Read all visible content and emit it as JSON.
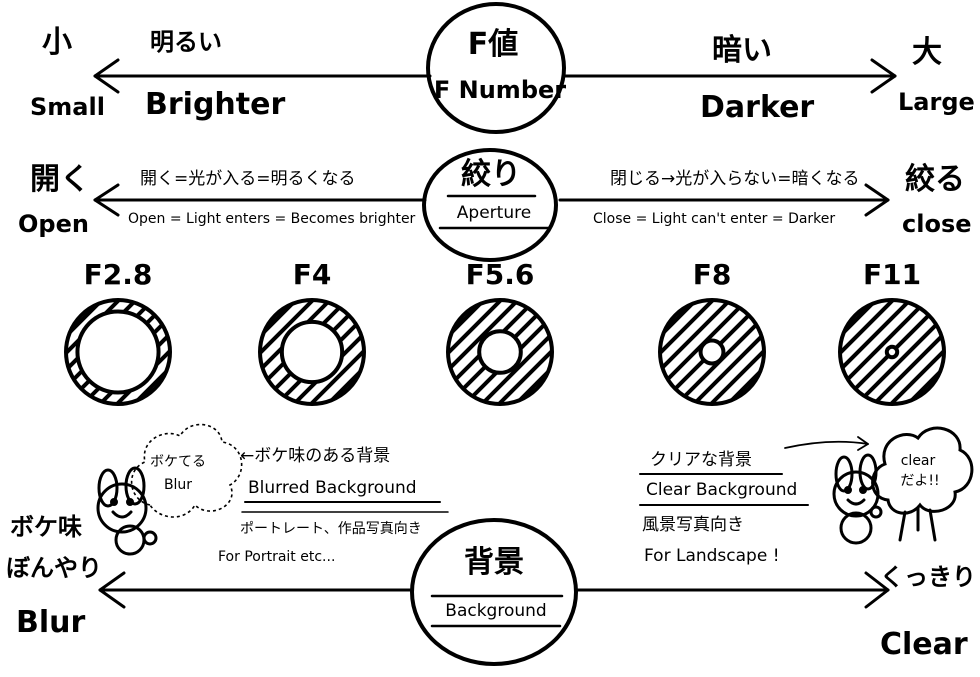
{
  "fnumber": {
    "center_jp": "F値",
    "center_en": "F Number",
    "left_jp": "小",
    "left_en": "Small",
    "left_desc_jp": "明るい",
    "left_desc_en": "Brighter",
    "right_jp": "大",
    "right_en": "Large",
    "right_desc_jp": "暗い",
    "right_desc_en": "Darker"
  },
  "aperture": {
    "center_jp": "絞り",
    "center_en": "Aperture",
    "left_jp": "開く",
    "left_en": "Open",
    "left_desc_jp": "開く=光が入る=明るくなる",
    "left_desc_en": "Open = Light enters = Becomes brighter",
    "right_jp": "絞る",
    "right_en": "close",
    "right_desc_jp": "閉じる→光が入らない=暗くなる",
    "right_desc_en": "Close = Light can't enter = Darker"
  },
  "stops": [
    {
      "label": "F2.8",
      "opening": 0.78
    },
    {
      "label": "F4",
      "opening": 0.58
    },
    {
      "label": "F5.6",
      "opening": 0.4
    },
    {
      "label": "F8",
      "opening": 0.22
    },
    {
      "label": "F11",
      "opening": 0.1
    }
  ],
  "background": {
    "center_jp": "背景",
    "center_en": "Background",
    "left_jp_1": "ボケ味",
    "left_jp_2": "ぼんやり",
    "left_en": "Blur",
    "right_jp": "くっきり",
    "right_en": "Clear",
    "blur_note_jp": "←ボケ味のある背景",
    "blur_note_en": "Blurred Background",
    "blur_use_jp": "ポートレート、作品写真向き",
    "blur_use_en": "For Portrait etc...",
    "clear_note_jp": "クリアな背景",
    "clear_note_en": "Clear Background",
    "clear_use_jp": "風景写真向き",
    "clear_use_en": "For Landscape !",
    "cloud_blur_jp": "ボケてる",
    "cloud_blur_en": "Blur",
    "cloud_clear_en": "clear",
    "cloud_clear_jp": "だよ!!"
  }
}
